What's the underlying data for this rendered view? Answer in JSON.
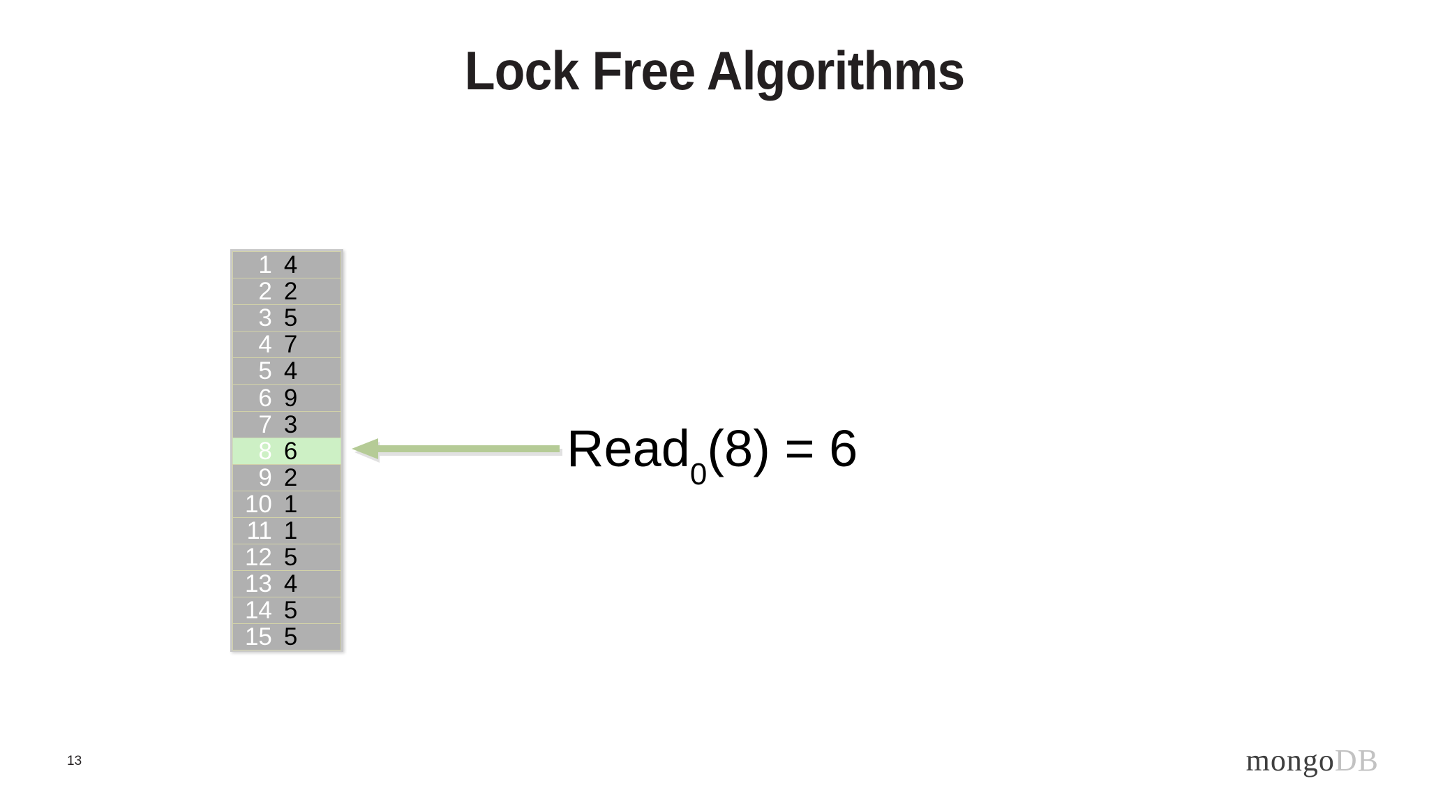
{
  "slide": {
    "title": "Lock Free Algorithms",
    "page_number": "13",
    "background_color": "#ffffff"
  },
  "array_table": {
    "columns": [
      "index",
      "value"
    ],
    "highlight_index": "8",
    "highlight_color": "#cdf0c5",
    "row_color": "#b0b0b0",
    "border_color": "#d2d2a8",
    "index_text_color": "#ffffff",
    "value_text_color": "#000000",
    "rows": [
      {
        "index": "1",
        "value": "4",
        "highlighted": false
      },
      {
        "index": "2",
        "value": "2",
        "highlighted": false
      },
      {
        "index": "3",
        "value": "5",
        "highlighted": false
      },
      {
        "index": "4",
        "value": "7",
        "highlighted": false
      },
      {
        "index": "5",
        "value": "4",
        "highlighted": false
      },
      {
        "index": "6",
        "value": "9",
        "highlighted": false
      },
      {
        "index": "7",
        "value": "3",
        "highlighted": false
      },
      {
        "index": "8",
        "value": "6",
        "highlighted": true
      },
      {
        "index": "9",
        "value": "2",
        "highlighted": false
      },
      {
        "index": "10",
        "value": "1",
        "highlighted": false
      },
      {
        "index": "11",
        "value": "1",
        "highlighted": false
      },
      {
        "index": "12",
        "value": "5",
        "highlighted": false
      },
      {
        "index": "13",
        "value": "4",
        "highlighted": false
      },
      {
        "index": "14",
        "value": "5",
        "highlighted": false
      },
      {
        "index": "15",
        "value": "5",
        "highlighted": false
      }
    ]
  },
  "annotation": {
    "arrow_color": "#b5cb96",
    "arrow_direction": "left",
    "formula_prefix": "Read",
    "formula_subscript": "0",
    "formula_suffix": "(8) = 6"
  },
  "logo": {
    "word_primary": "mongo",
    "word_secondary": "DB",
    "primary_color": "#3f3f3f",
    "secondary_color": "#c2c2c2"
  }
}
